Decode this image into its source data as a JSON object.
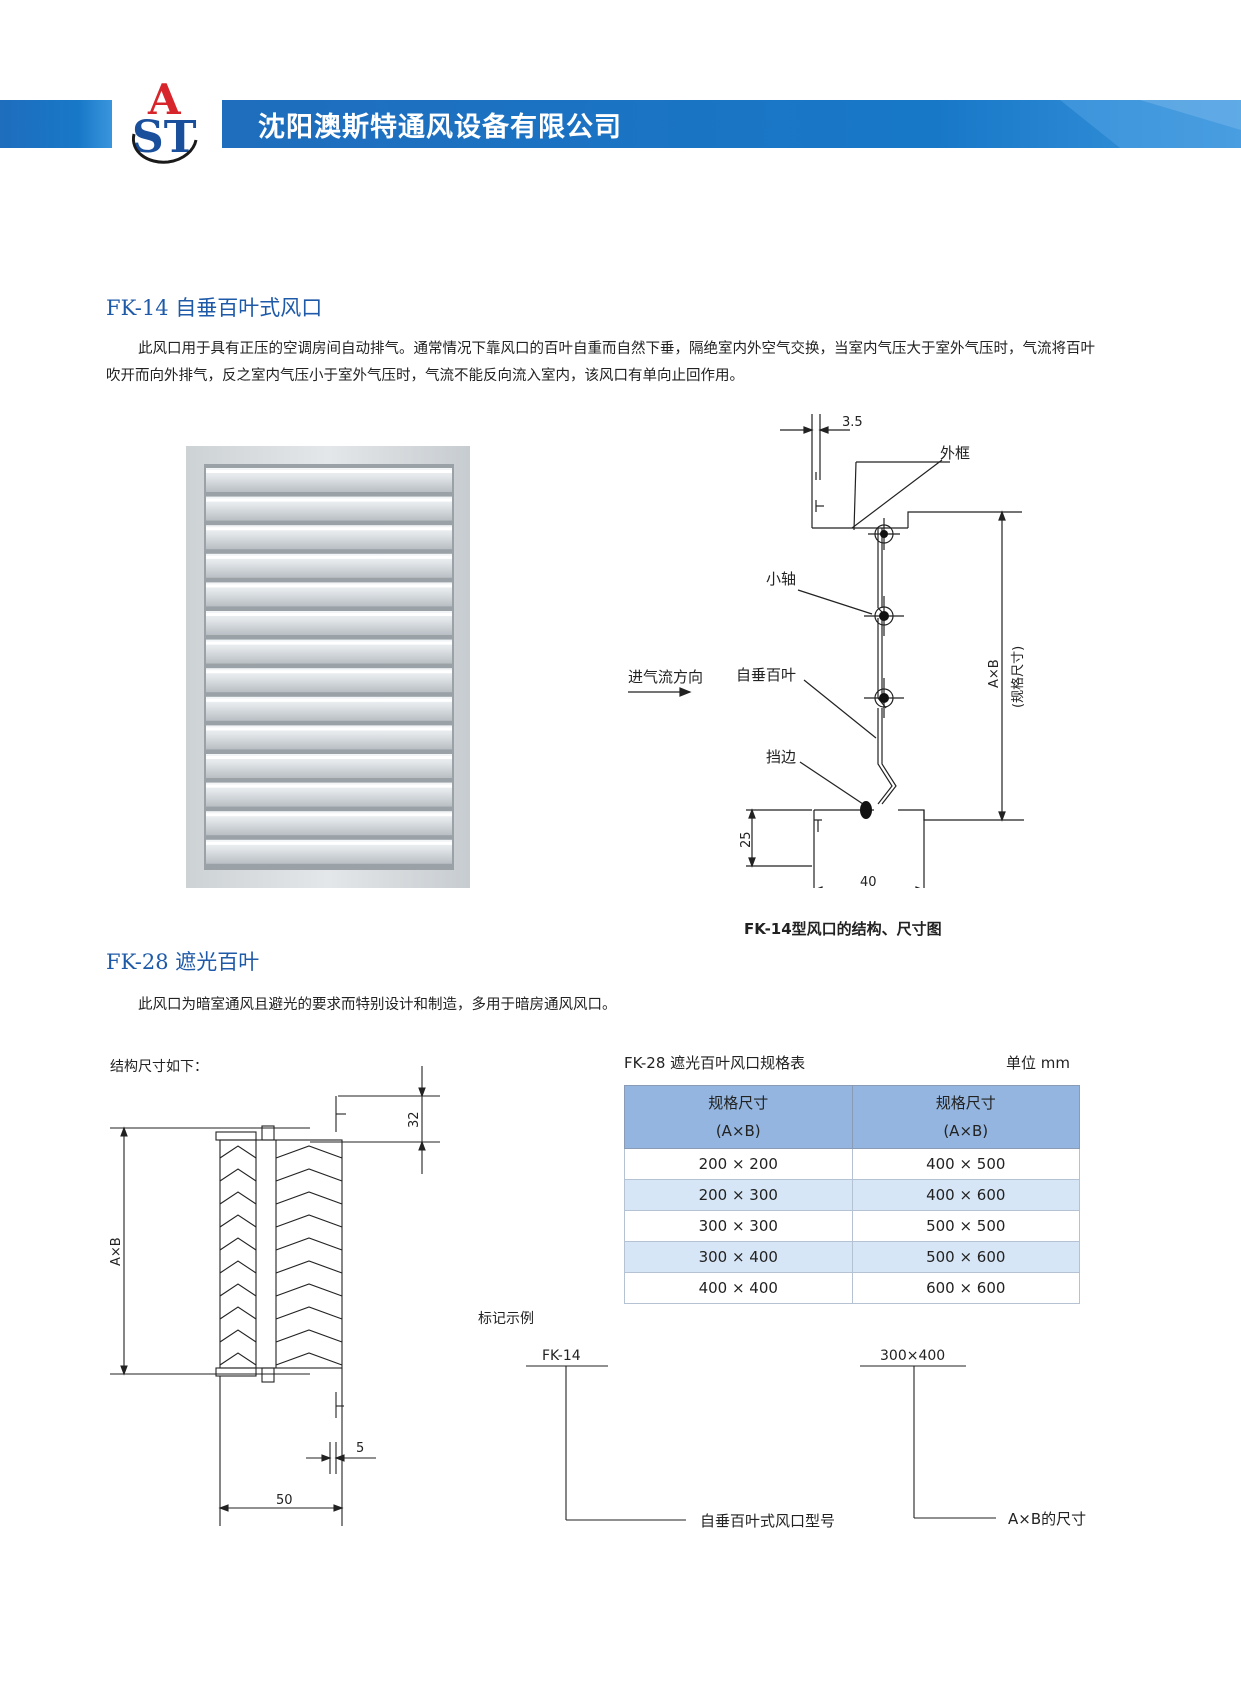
{
  "header": {
    "logo_letters": "AST",
    "company_name": "沈阳澳斯特通风设备有限公司",
    "colors": {
      "band": "#1976c4",
      "band_light": "#4c9ee0",
      "logo_red": "#d7262b",
      "logo_blue": "#1a4f9c"
    }
  },
  "section1": {
    "title": "FK-14 自垂百叶式风口",
    "paragraph": "此风口用于具有正压的空调房间自动排气。通常情况下靠风口的百叶自重而自然下垂，隔绝室内外空气交换，当室内气压大于室外气压时，气流将百叶吹开而向外排气，反之室内气压小于室外气压时，气流不能反向流入室内，该风口有单向止回作用。",
    "diagram": {
      "dim_top": "3.5",
      "label_frame": "外框",
      "label_axle": "小轴",
      "label_airflow": "进气流方向",
      "label_louver": "自垂百叶",
      "label_stop": "挡边",
      "dim_height": "A×B",
      "dim_height_note": "(规格尺寸)",
      "dim_left": "25",
      "dim_bottom": "40",
      "caption": "FK-14型风口的结构、尺寸图"
    }
  },
  "section2": {
    "title": "FK-28 遮光百叶",
    "paragraph": "此风口为暗室通风且避光的要求而特别设计和制造，多用于暗房通风风口。",
    "structure_label": "结构尺寸如下：",
    "drawing": {
      "dim_ab": "A×B",
      "dim_top": "32",
      "dim_gap": "5",
      "dim_width": "50"
    },
    "table": {
      "title": "FK-28 遮光百叶风口规格表",
      "unit": "单位 mm",
      "headers": [
        {
          "line1": "规格尺寸",
          "line2": "(A×B)"
        },
        {
          "line1": "规格尺寸",
          "line2": "(A×B)"
        }
      ],
      "rows": [
        [
          "200 × 200",
          "400 × 500"
        ],
        [
          "200 × 300",
          "400 × 600"
        ],
        [
          "300 × 300",
          "500 × 500"
        ],
        [
          "300 × 400",
          "500 × 600"
        ],
        [
          "400 × 400",
          "600 × 600"
        ]
      ]
    },
    "marking": {
      "title": "标记示例",
      "model_code": "FK-14",
      "size_code": "300×400",
      "model_desc": "自垂百叶式风口型号",
      "size_desc": "A×B的尺寸"
    }
  }
}
